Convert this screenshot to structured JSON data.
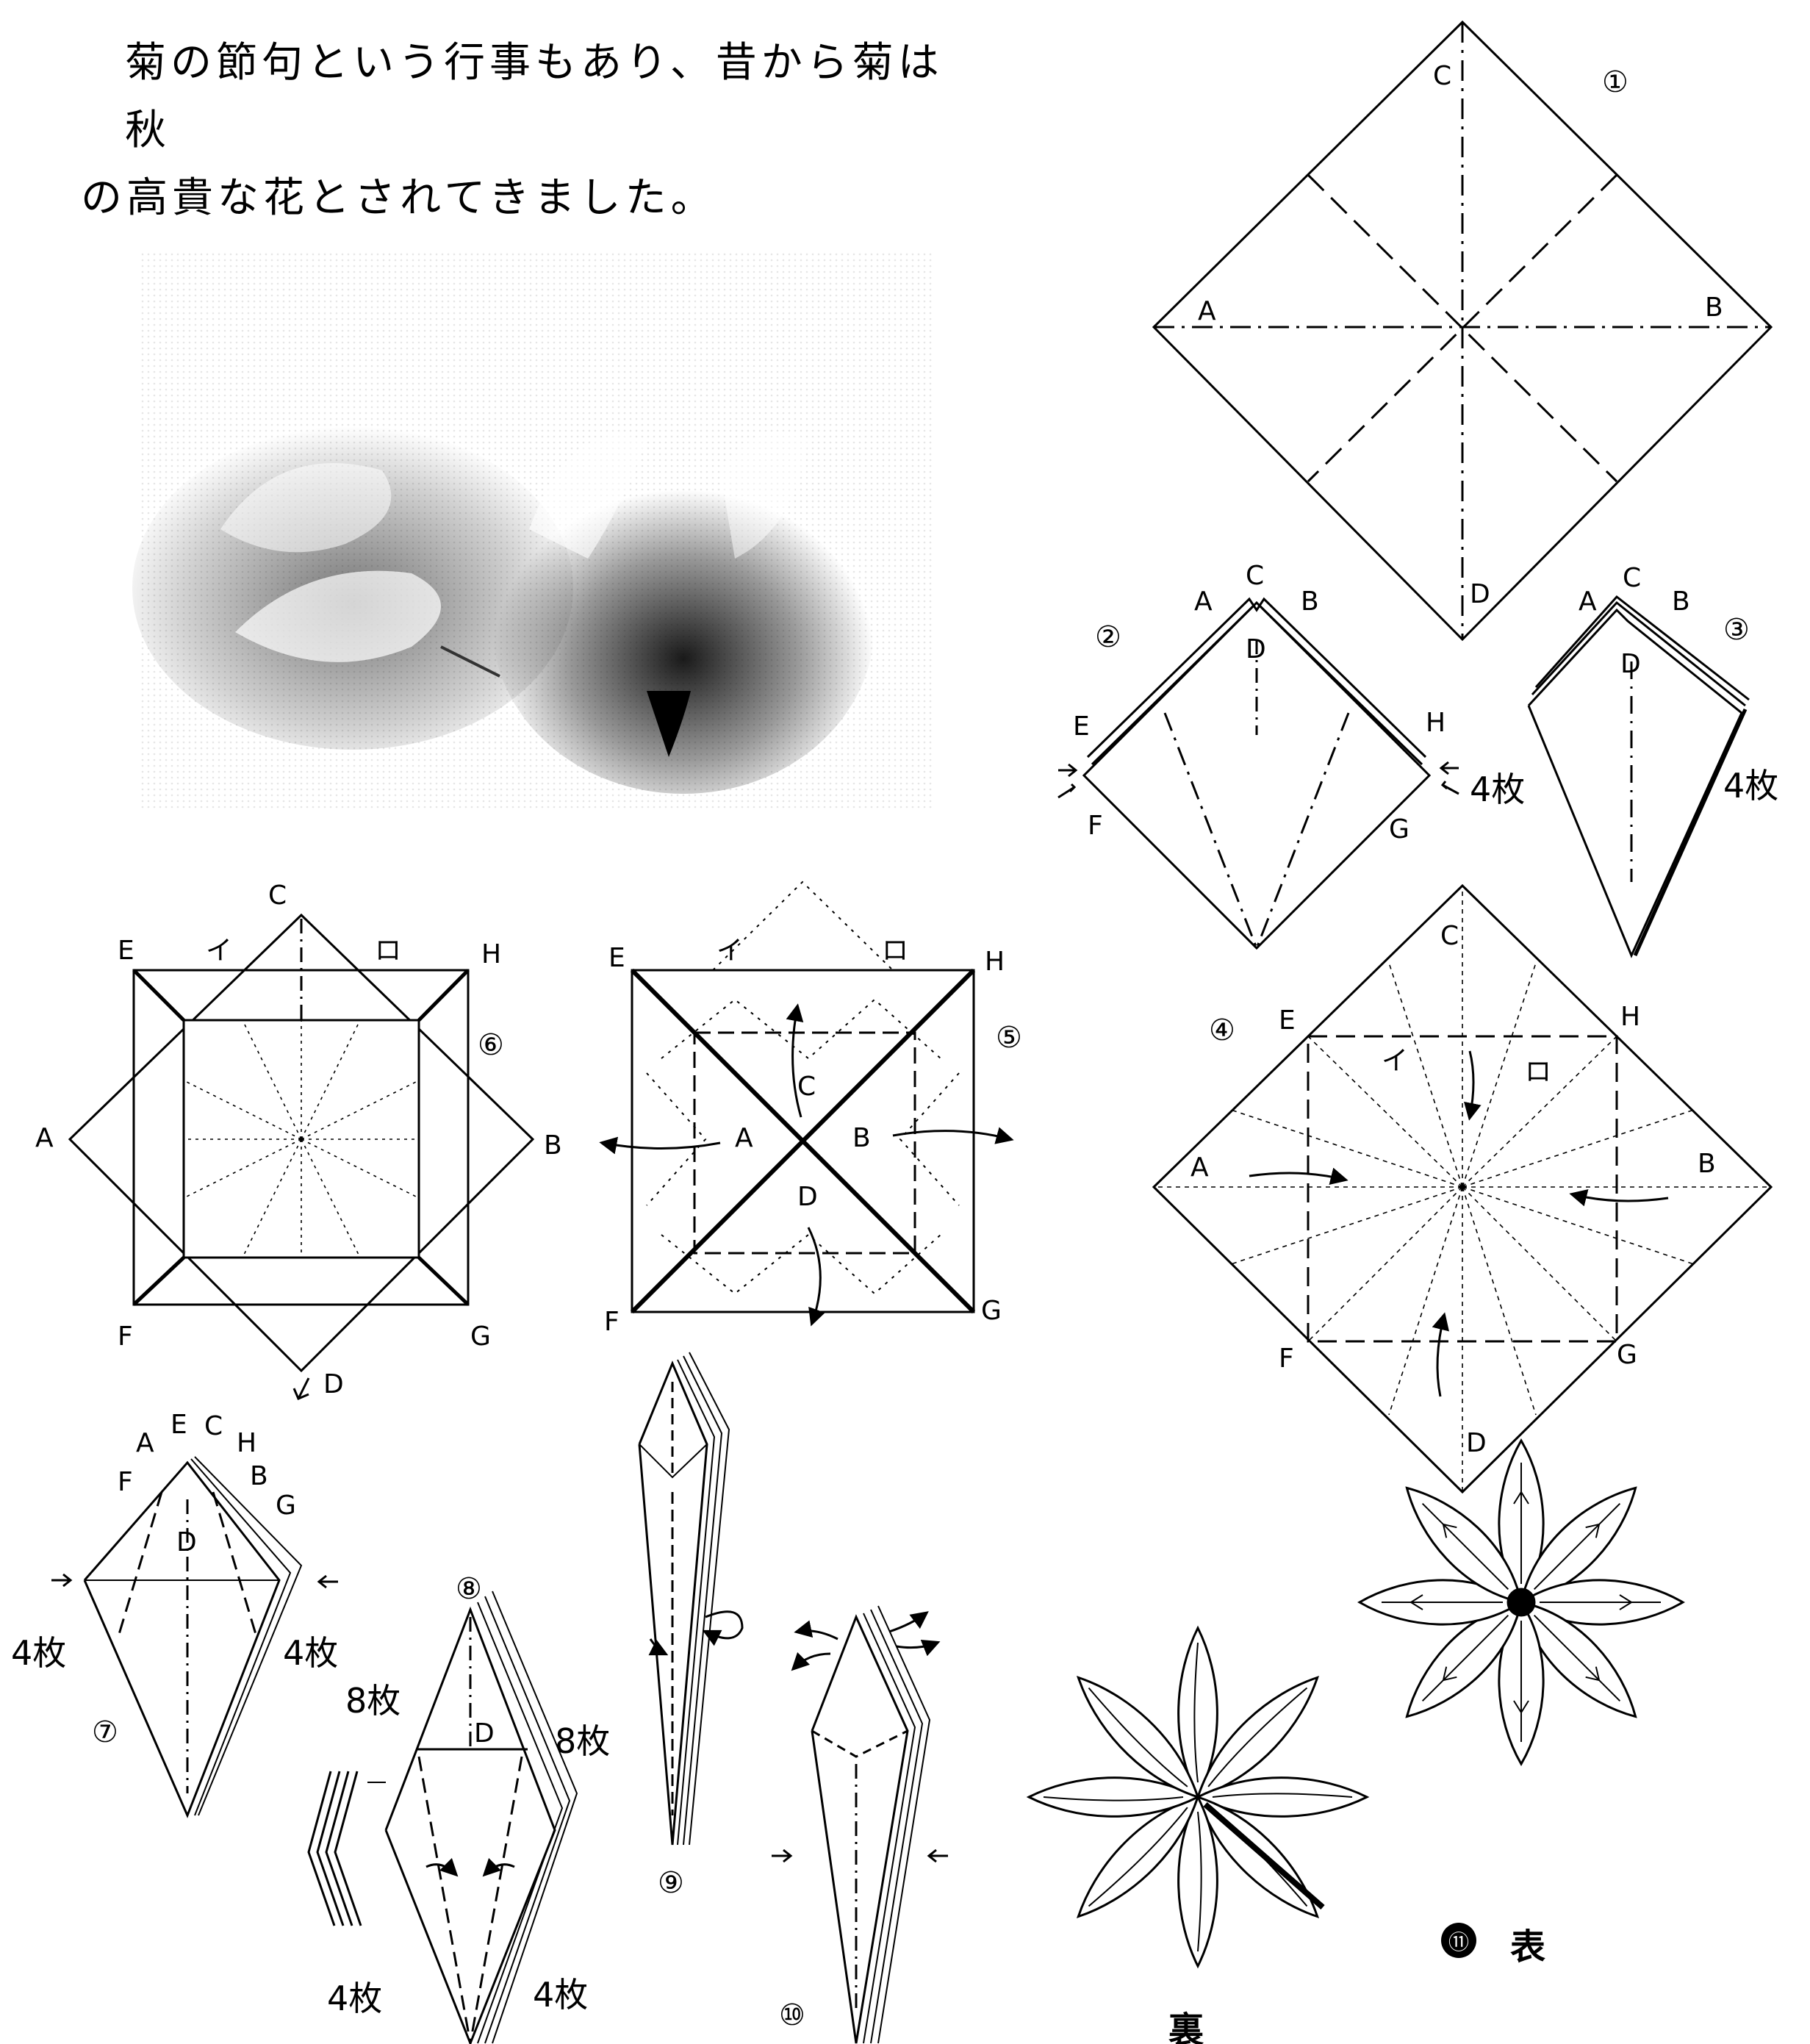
{
  "intro": {
    "line1": "菊の節句という行事もあり、昔から菊は秋",
    "line2": "の高貴な花とされてきました。"
  },
  "steps": {
    "s1": {
      "num": "①",
      "labels": {
        "a": "A",
        "b": "B",
        "c": "C",
        "d": "D"
      }
    },
    "s2": {
      "num": "②",
      "labels": {
        "a": "A",
        "b": "B",
        "c": "C",
        "d": "D",
        "e": "E",
        "f": "F",
        "g": "G",
        "h": "H"
      },
      "count": "4枚"
    },
    "s3": {
      "num": "③",
      "labels": {
        "a": "A",
        "b": "B",
        "c": "C",
        "d": "D"
      },
      "count": "4枚"
    },
    "s4": {
      "num": "④",
      "labels": {
        "a": "A",
        "b": "B",
        "c": "C",
        "d": "D",
        "e": "E",
        "f": "F",
        "g": "G",
        "h": "H",
        "i": "イ",
        "ro": "ロ"
      }
    },
    "s5": {
      "num": "⑤",
      "labels": {
        "a": "A",
        "b": "B",
        "c": "C",
        "d": "D",
        "e": "E",
        "f": "F",
        "g": "G",
        "h": "H",
        "i": "イ",
        "ro": "ロ"
      }
    },
    "s6": {
      "num": "⑥",
      "labels": {
        "a": "A",
        "b": "B",
        "c": "C",
        "d": "D",
        "e": "E",
        "f": "F",
        "g": "G",
        "h": "H",
        "i": "イ",
        "ro": "ロ"
      }
    },
    "s7": {
      "num": "⑦",
      "labels": {
        "a": "A",
        "b": "B",
        "c": "C",
        "d": "D",
        "e": "E",
        "f": "F",
        "g": "G",
        "h": "H"
      },
      "count_left": "4枚",
      "count_right": "4枚"
    },
    "s8": {
      "num": "⑧",
      "labels": {
        "d": "D"
      },
      "count_top_left": "8枚",
      "count_top_right": "8枚",
      "count_bottom_left": "4枚",
      "count_bottom_right": "4枚"
    },
    "s9": {
      "num": "⑨"
    },
    "s10": {
      "num": "⑩"
    },
    "s11": {
      "num": "⑪",
      "back": "裏",
      "front": "表"
    }
  }
}
